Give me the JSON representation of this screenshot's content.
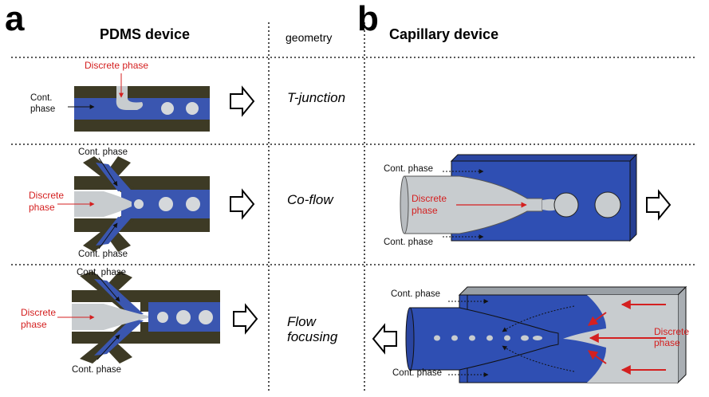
{
  "panels": {
    "a": {
      "letter": "a",
      "title": "PDMS device"
    },
    "b": {
      "letter": "b",
      "title": "Capillary device"
    },
    "geometry_header": "geometry"
  },
  "rows": [
    {
      "geometry": "T-junction"
    },
    {
      "geometry": "Co-flow"
    },
    {
      "geometry_line1": "Flow",
      "geometry_line2": "focusing"
    }
  ],
  "labels": {
    "discrete_phase": "Discrete phase",
    "discrete": "Discrete",
    "phase": "phase",
    "cont": "Cont.",
    "cont_phase": "Cont. phase"
  },
  "colors": {
    "pdms_wall": "#3d3a25",
    "channel_blue": "#3a56b0",
    "discrete_gray": "#c8cccf",
    "droplet": "#d5d8db",
    "red_annotation": "#d42020",
    "capillary_blue": "#2f4fb3"
  }
}
